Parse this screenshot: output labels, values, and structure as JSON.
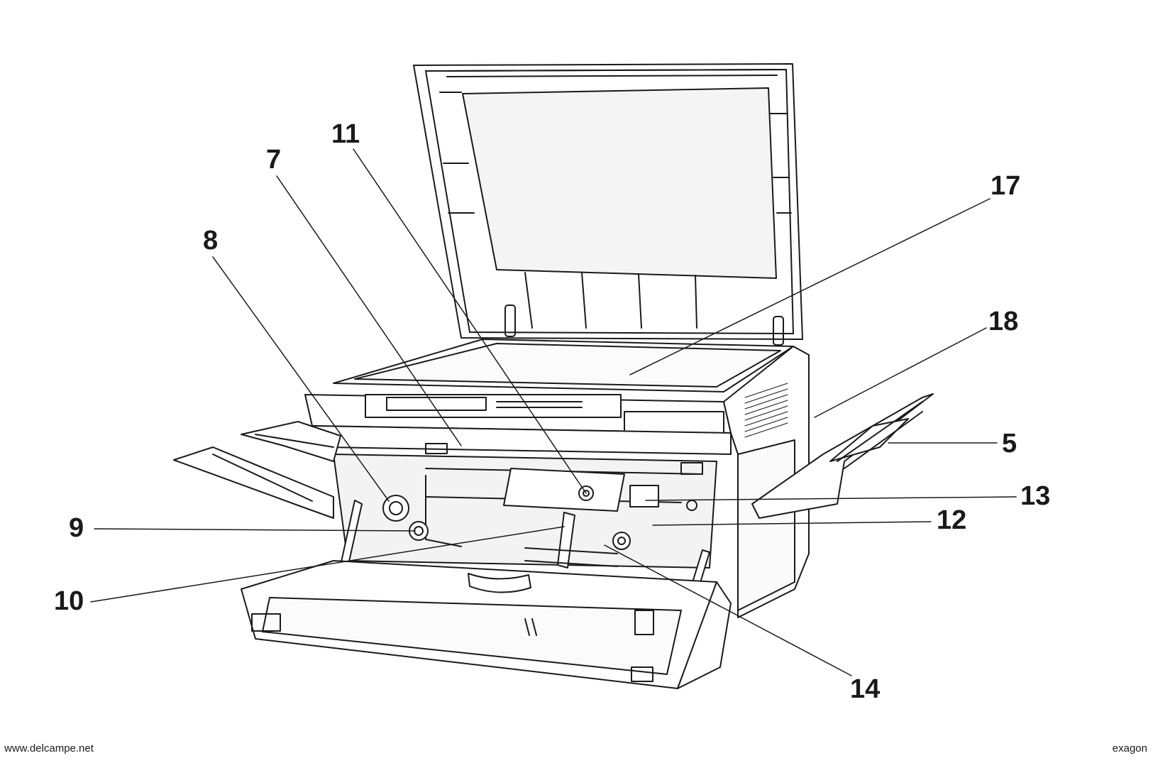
{
  "callouts": [
    {
      "id": "n7",
      "label": "7"
    },
    {
      "id": "n8",
      "label": "8"
    },
    {
      "id": "n9",
      "label": "9"
    },
    {
      "id": "n10",
      "label": "10"
    },
    {
      "id": "n11",
      "label": "11"
    },
    {
      "id": "n12",
      "label": "12"
    },
    {
      "id": "n13",
      "label": "13"
    },
    {
      "id": "n14",
      "label": "14"
    },
    {
      "id": "n17",
      "label": "17"
    },
    {
      "id": "n18",
      "label": "18"
    },
    {
      "id": "n5",
      "label": "5"
    }
  ],
  "footer": {
    "left_credit": "www.delcampe.net",
    "right_credit": "exagon"
  },
  "colors": {
    "ink": "#1a1a1a",
    "paper": "#ffffff",
    "shade": "#f3f3f3"
  }
}
